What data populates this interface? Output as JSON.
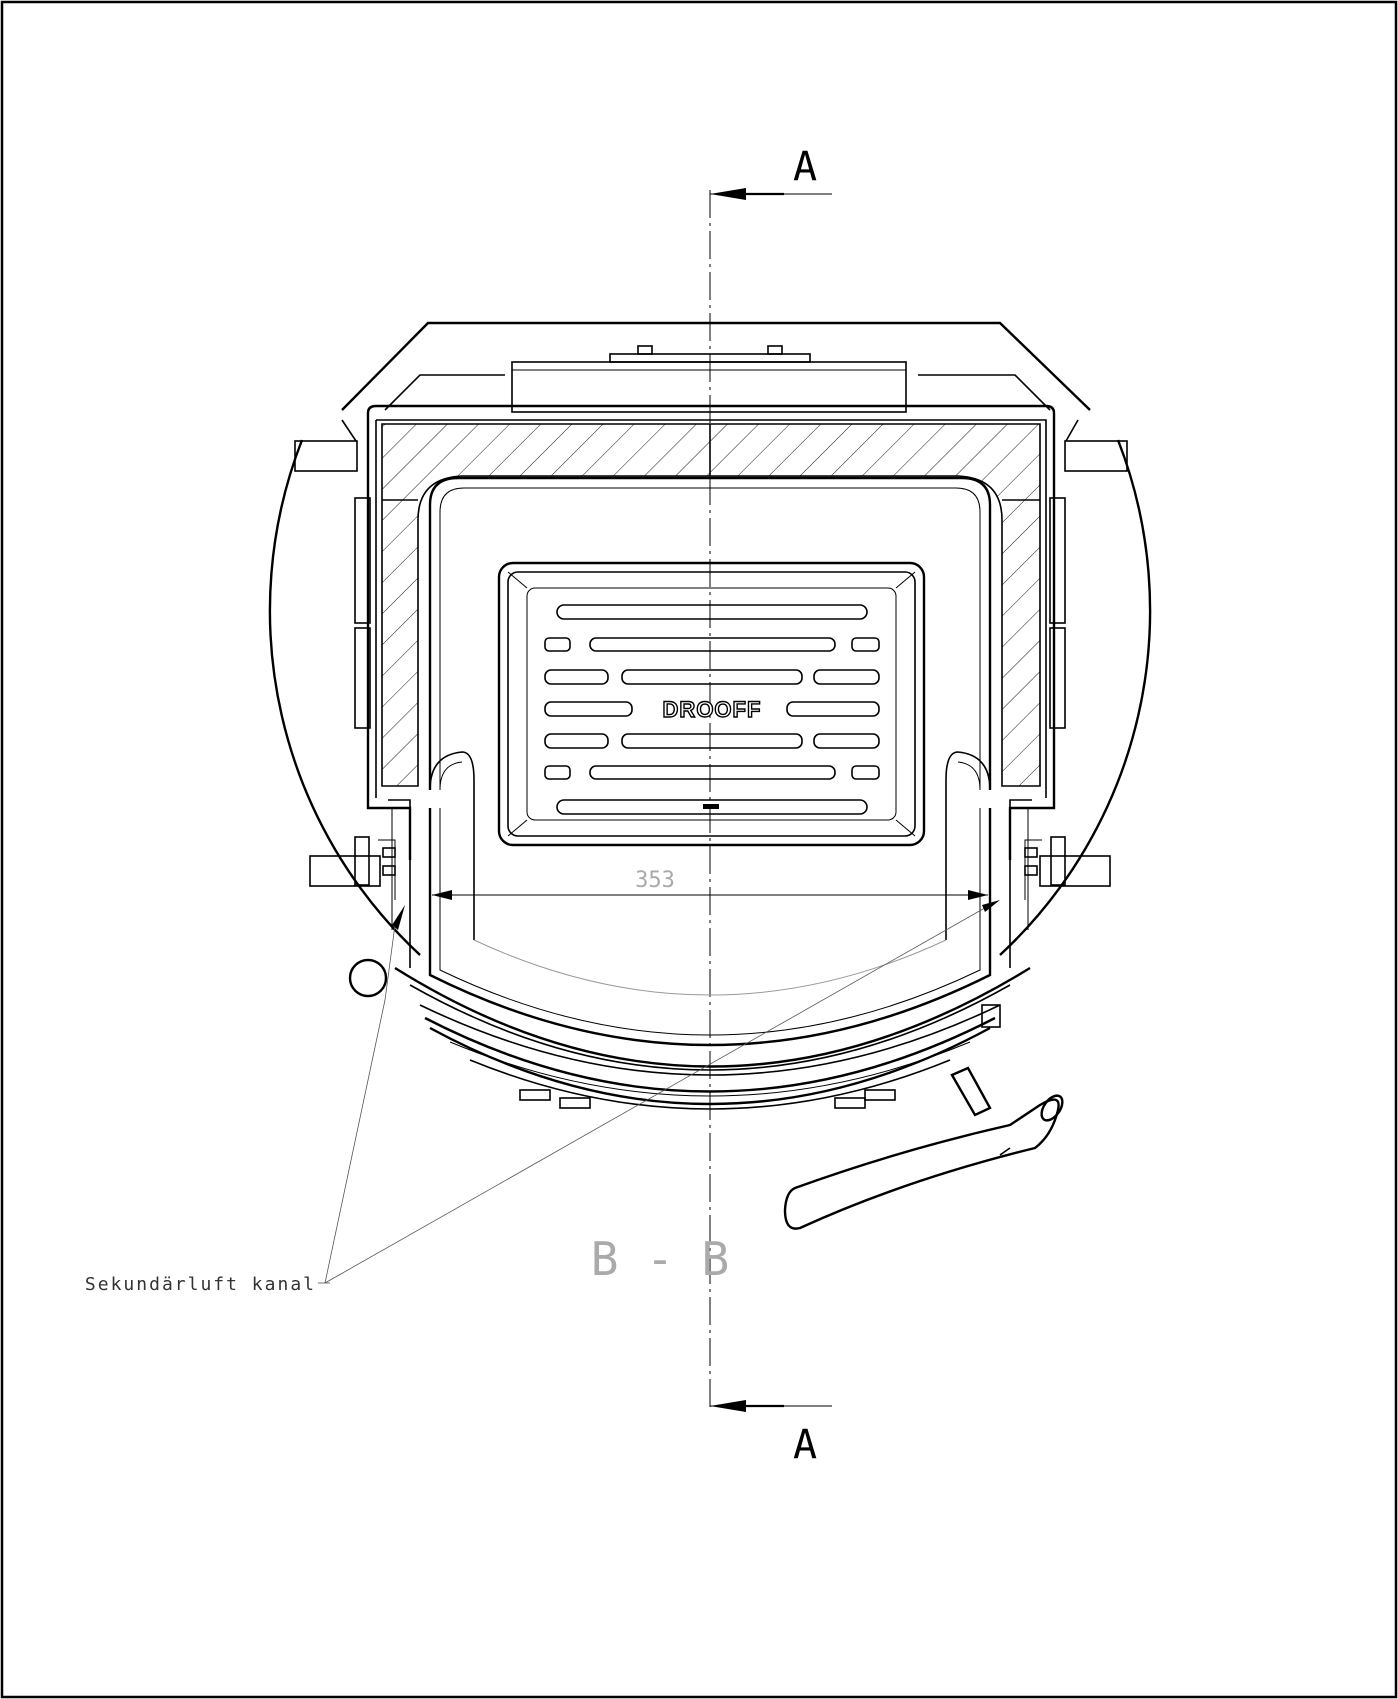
{
  "section_labels": {
    "top": "A",
    "bottom": "A"
  },
  "view_label": "B - B",
  "dimension": {
    "value": "353"
  },
  "callout": {
    "text": "Sekundärluft kanal"
  },
  "logo": {
    "text": "DROOFF"
  },
  "colors": {
    "line": "#000000",
    "faint_text": "#aaaaaa",
    "background": "#ffffff"
  }
}
